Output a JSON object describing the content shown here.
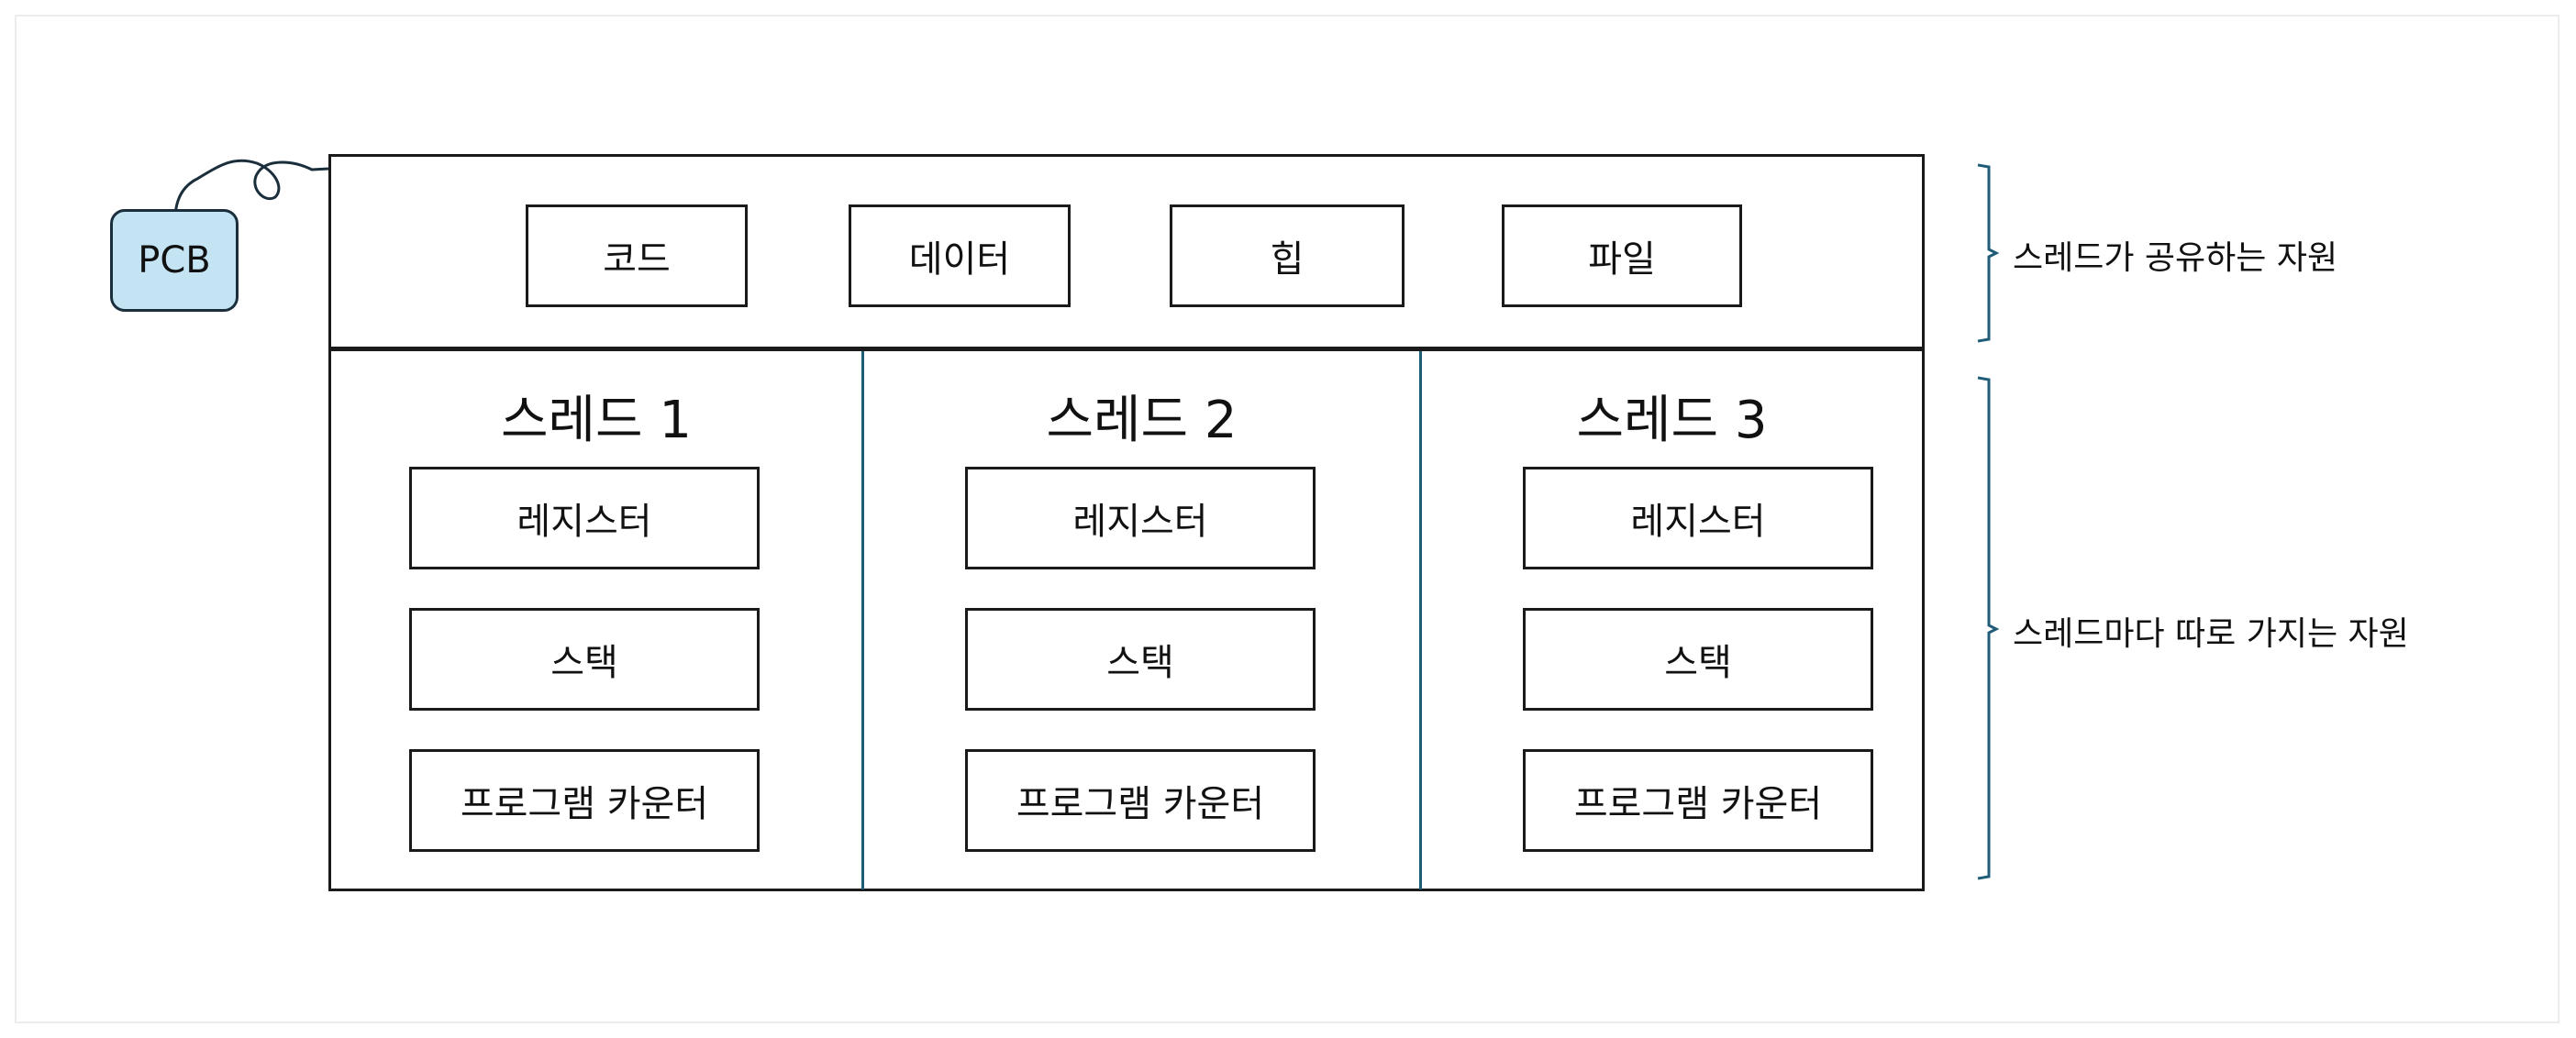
{
  "pcb": {
    "label": "PCB",
    "fill_color": "#c4e4f4"
  },
  "shared_resources": {
    "items": [
      "코드",
      "데이터",
      "힙",
      "파일"
    ],
    "bracket_label": "스레드가 공유하는 자원"
  },
  "threads": [
    {
      "title": "스레드 1",
      "items": [
        "레지스터",
        "스택",
        "프로그램 카운터"
      ]
    },
    {
      "title": "스레드 2",
      "items": [
        "레지스터",
        "스택",
        "프로그램 카운터"
      ]
    },
    {
      "title": "스레드 3",
      "items": [
        "레지스터",
        "스택",
        "프로그램 카운터"
      ]
    }
  ],
  "per_thread_bracket_label": "스레드마다 따로 가지는 자원",
  "colors": {
    "bracket": "#1f5c78",
    "divider": "#1f5c78",
    "outline": "#1a1a1a"
  }
}
